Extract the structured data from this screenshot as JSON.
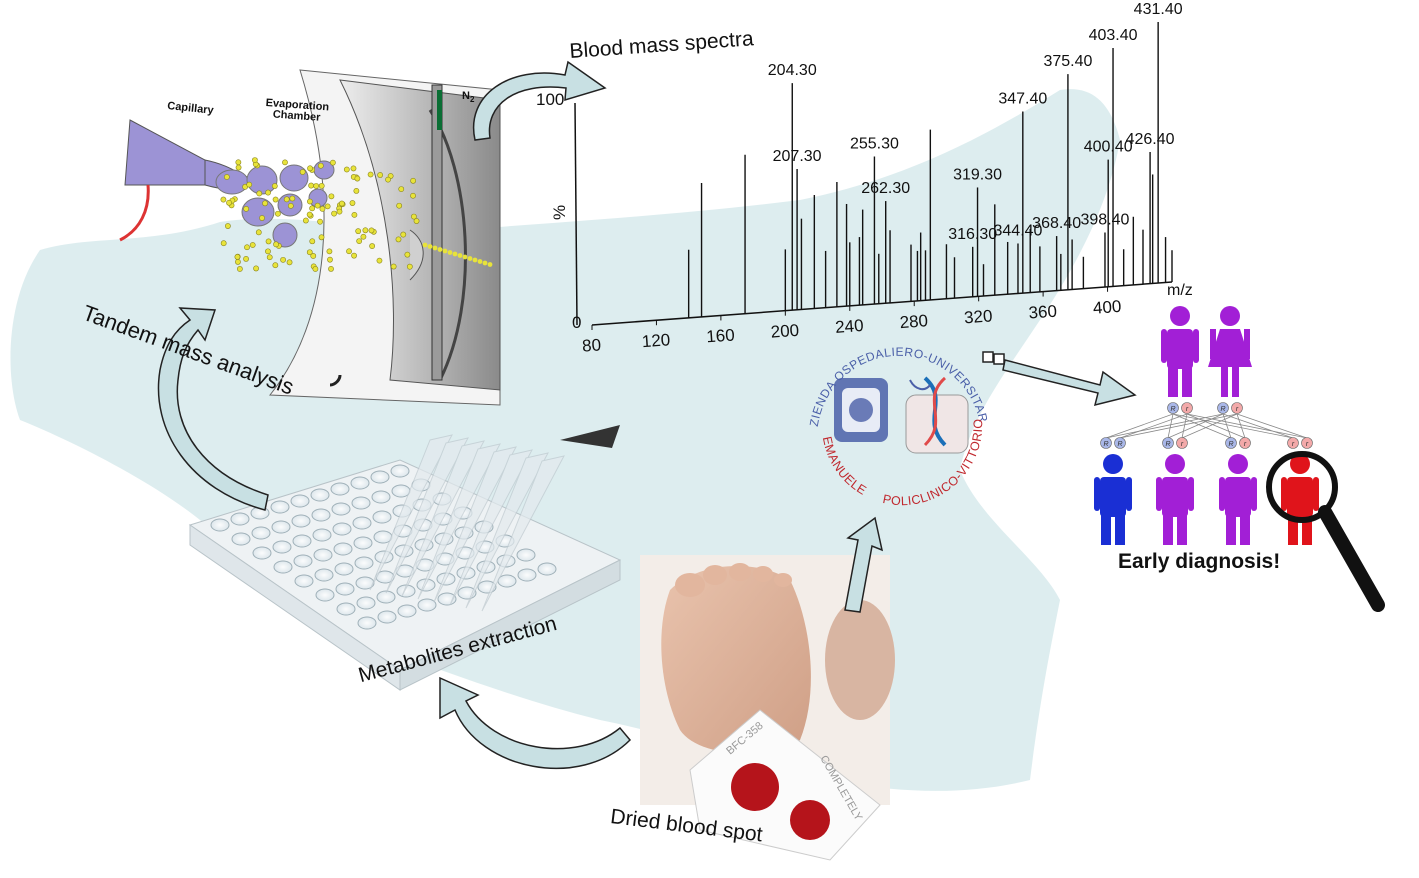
{
  "labels": {
    "tandem": "Tandem mass analysis",
    "metabolites": "Metabolites extraction",
    "dried_spot": "Dried blood spot",
    "early_diagnosis": "Early diagnosis!",
    "capillary": "Capillary",
    "evaporation_line1": "Evaporation",
    "evaporation_line2": "Chamber",
    "n2": "N",
    "n2_sub": "2",
    "card_code": "BFC-358",
    "card_text": "COMPLETELY"
  },
  "logo": {
    "text_top": "AZIENDA OSPEDALIERO-UNIVERSITARIA",
    "text_bottom_left": "EMANUELE",
    "text_bottom_right": "POLICLINICO-VITTORIO",
    "colors": {
      "blue": "#4a5fa8",
      "red": "#c0282e"
    }
  },
  "pedigree": {
    "parents": [
      {
        "sex": "male",
        "color": "#a21fd6",
        "alleles": [
          "R",
          "r"
        ]
      },
      {
        "sex": "female",
        "color": "#a21fd6",
        "alleles": [
          "R",
          "r"
        ]
      }
    ],
    "children": [
      {
        "color": "#1a2fd4",
        "alleles": [
          "R",
          "R"
        ]
      },
      {
        "color": "#a21fd6",
        "alleles": [
          "R",
          "r"
        ]
      },
      {
        "color": "#a21fd6",
        "alleles": [
          "R",
          "r"
        ]
      },
      {
        "color": "#e0141b",
        "alleles": [
          "r",
          "r"
        ]
      }
    ],
    "magnifier_icon": "magnifying-glass-icon"
  },
  "chart_data": {
    "type": "bar",
    "title": "Blood mass spectra",
    "xlabel": "m/z",
    "ylabel": "%",
    "xlim": [
      80,
      440
    ],
    "ylim": [
      0,
      100
    ],
    "y_ticks": [
      0,
      100
    ],
    "x_ticks": [
      80,
      120,
      160,
      200,
      240,
      280,
      320,
      360,
      400
    ],
    "peaks": [
      {
        "mz": 140,
        "h": 30
      },
      {
        "mz": 148,
        "h": 59
      },
      {
        "mz": 175,
        "h": 70
      },
      {
        "mz": 200,
        "h": 27
      },
      {
        "mz": 204.3,
        "h": 100,
        "label": "204.30"
      },
      {
        "mz": 207.3,
        "h": 62,
        "label": "207.30"
      },
      {
        "mz": 210,
        "h": 40
      },
      {
        "mz": 218,
        "h": 50
      },
      {
        "mz": 225,
        "h": 25
      },
      {
        "mz": 232,
        "h": 55
      },
      {
        "mz": 238,
        "h": 45
      },
      {
        "mz": 240,
        "h": 28
      },
      {
        "mz": 246,
        "h": 30
      },
      {
        "mz": 248,
        "h": 42
      },
      {
        "mz": 255.3,
        "h": 65,
        "label": "255.30"
      },
      {
        "mz": 258,
        "h": 22
      },
      {
        "mz": 262.3,
        "h": 45,
        "label": "262.30"
      },
      {
        "mz": 265,
        "h": 32
      },
      {
        "mz": 278,
        "h": 25
      },
      {
        "mz": 282,
        "h": 22
      },
      {
        "mz": 284,
        "h": 30
      },
      {
        "mz": 287,
        "h": 22
      },
      {
        "mz": 290,
        "h": 75
      },
      {
        "mz": 300,
        "h": 24
      },
      {
        "mz": 305,
        "h": 18
      },
      {
        "mz": 316.3,
        "h": 22,
        "label": "316.30"
      },
      {
        "mz": 319.3,
        "h": 48,
        "label": "319.30"
      },
      {
        "mz": 323,
        "h": 14
      },
      {
        "mz": 330,
        "h": 40
      },
      {
        "mz": 338,
        "h": 23
      },
      {
        "mz": 344.4,
        "h": 22,
        "label": "344.40"
      },
      {
        "mz": 347.4,
        "h": 80,
        "label": "347.40"
      },
      {
        "mz": 352,
        "h": 28
      },
      {
        "mz": 358,
        "h": 20
      },
      {
        "mz": 368.4,
        "h": 24,
        "label": "368.40"
      },
      {
        "mz": 371,
        "h": 16
      },
      {
        "mz": 375.4,
        "h": 95,
        "label": "375.40"
      },
      {
        "mz": 378,
        "h": 22
      },
      {
        "mz": 385,
        "h": 14
      },
      {
        "mz": 398.4,
        "h": 24,
        "label": "398.40"
      },
      {
        "mz": 400.4,
        "h": 56,
        "label": "400.40"
      },
      {
        "mz": 403.4,
        "h": 105,
        "label": "403.40"
      },
      {
        "mz": 410,
        "h": 16
      },
      {
        "mz": 416,
        "h": 30
      },
      {
        "mz": 422,
        "h": 24
      },
      {
        "mz": 426.4,
        "h": 58,
        "label": "426.40"
      },
      {
        "mz": 428,
        "h": 48
      },
      {
        "mz": 431.4,
        "h": 115,
        "label": "431.40"
      },
      {
        "mz": 436,
        "h": 20
      },
      {
        "mz": 440,
        "h": 14
      }
    ]
  }
}
